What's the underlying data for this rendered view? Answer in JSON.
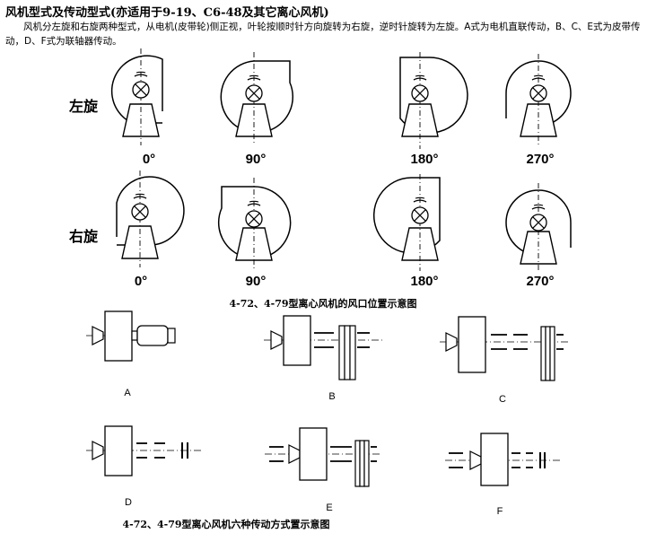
{
  "title": "风机型式及传动型式(亦适用于9-19、C6-48及其它离心风机)",
  "intro": "风机分左旋和右旋两种型式，从电机(皮带轮)侧正视，叶轮按顺时针方向旋转为右旋，逆时针旋转为左旋。A式为电机直联传动，B、C、E式为皮带传动，D、F式为联轴器传动。",
  "rows": [
    {
      "label": "左旋",
      "angles": [
        "0°",
        "90°",
        "180°",
        "270°"
      ]
    },
    {
      "label": "右旋",
      "angles": [
        "0°",
        "90°",
        "180°",
        "270°"
      ]
    }
  ],
  "caption_outlets": "4-72、4-79型离心风机的风口位置示意图",
  "drive_letters": [
    "A",
    "B",
    "C",
    "D",
    "E",
    "F"
  ],
  "caption_drives": "4-72、4-79型离心风机六种传动方式置示意图"
}
